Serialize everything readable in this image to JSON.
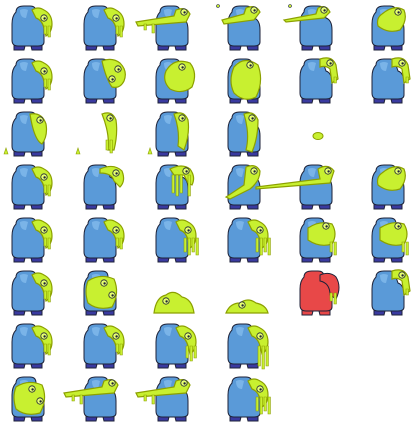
{
  "sheet": {
    "columns": 6,
    "rows": 8,
    "palette": {
      "body_blue": "#5a9ad8",
      "body_blue_light": "#7ab4e8",
      "body_dark": "#3a3aa0",
      "outline": "#1e2238",
      "slime_green": "#c8f030",
      "slime_light": "#e6ff70",
      "slime_olive": "#8ca000",
      "hurt_red": "#e84848"
    },
    "frames": [
      {
        "row": 0,
        "col": 0,
        "kind": "idle-arm"
      },
      {
        "row": 0,
        "col": 1,
        "kind": "idle-arm"
      },
      {
        "row": 0,
        "col": 2,
        "kind": "arm-thrust-left"
      },
      {
        "row": 0,
        "col": 3,
        "kind": "arm-swipe-splatter"
      },
      {
        "row": 0,
        "col": 4,
        "kind": "arm-spear-left"
      },
      {
        "row": 0,
        "col": 5,
        "kind": "arm-wrapped-chest"
      },
      {
        "row": 1,
        "col": 0,
        "kind": "idle-arm"
      },
      {
        "row": 1,
        "col": 1,
        "kind": "arm-bulging"
      },
      {
        "row": 1,
        "col": 2,
        "kind": "arm-swelling"
      },
      {
        "row": 1,
        "col": 3,
        "kind": "arm-engulfing"
      },
      {
        "row": 1,
        "col": 4,
        "kind": "arm-raised-claw"
      },
      {
        "row": 1,
        "col": 5,
        "kind": "arm-raised-claw"
      },
      {
        "row": 2,
        "col": 0,
        "kind": "arm-crouch"
      },
      {
        "row": 2,
        "col": 1,
        "kind": "slime-column-drips"
      },
      {
        "row": 2,
        "col": 2,
        "kind": "arm-drape"
      },
      {
        "row": 2,
        "col": 3,
        "kind": "arm-drape-down"
      },
      {
        "row": 2,
        "col": 4,
        "kind": "slime-blob-small"
      },
      {
        "row": 3,
        "col": 0,
        "kind": "idle-arm"
      },
      {
        "row": 3,
        "col": 1,
        "kind": "arm-hook"
      },
      {
        "row": 3,
        "col": 2,
        "kind": "arm-long-tendrils"
      },
      {
        "row": 3,
        "col": 3,
        "kind": "arm-slash-down"
      },
      {
        "row": 3,
        "col": 4,
        "kind": "arm-long-spear-left"
      },
      {
        "row": 3,
        "col": 5,
        "kind": "arm-wrapped-chest"
      },
      {
        "row": 4,
        "col": 0,
        "kind": "idle-arm"
      },
      {
        "row": 4,
        "col": 1,
        "kind": "idle-arm"
      },
      {
        "row": 4,
        "col": 2,
        "kind": "arm-tendrils"
      },
      {
        "row": 4,
        "col": 3,
        "kind": "arm-tendrils"
      },
      {
        "row": 4,
        "col": 4,
        "kind": "arm-crossed-chest"
      },
      {
        "row": 4,
        "col": 5,
        "kind": "arm-crossed-chest"
      },
      {
        "row": 5,
        "col": 0,
        "kind": "idle-arm"
      },
      {
        "row": 5,
        "col": 1,
        "kind": "slime-covered-body"
      },
      {
        "row": 5,
        "col": 2,
        "kind": "slime-puddle"
      },
      {
        "row": 5,
        "col": 3,
        "kind": "slime-puddle-flat"
      },
      {
        "row": 5,
        "col": 4,
        "kind": "hurt-flash"
      },
      {
        "row": 5,
        "col": 5,
        "kind": "arm-raised-claw"
      },
      {
        "row": 6,
        "col": 0,
        "kind": "idle-arm"
      },
      {
        "row": 6,
        "col": 1,
        "kind": "idle-arm"
      },
      {
        "row": 6,
        "col": 2,
        "kind": "arm-drip"
      },
      {
        "row": 6,
        "col": 3,
        "kind": "arm-drip-long"
      },
      {
        "row": 7,
        "col": 0,
        "kind": "slime-covered-body"
      },
      {
        "row": 7,
        "col": 1,
        "kind": "arm-thrust-left"
      },
      {
        "row": 7,
        "col": 2,
        "kind": "arm-thrust-left"
      },
      {
        "row": 7,
        "col": 3,
        "kind": "arm-tendrils"
      }
    ],
    "projectiles": [
      {
        "kind": "splatter-small",
        "frame_row": 0,
        "frame_col": 3
      },
      {
        "kind": "splatter-small",
        "frame_row": 0,
        "frame_col": 4
      },
      {
        "kind": "drip",
        "frame_row": 2,
        "frame_col": 0
      },
      {
        "kind": "drip",
        "frame_row": 2,
        "frame_col": 1
      },
      {
        "kind": "drip",
        "frame_row": 2,
        "frame_col": 2
      }
    ]
  }
}
